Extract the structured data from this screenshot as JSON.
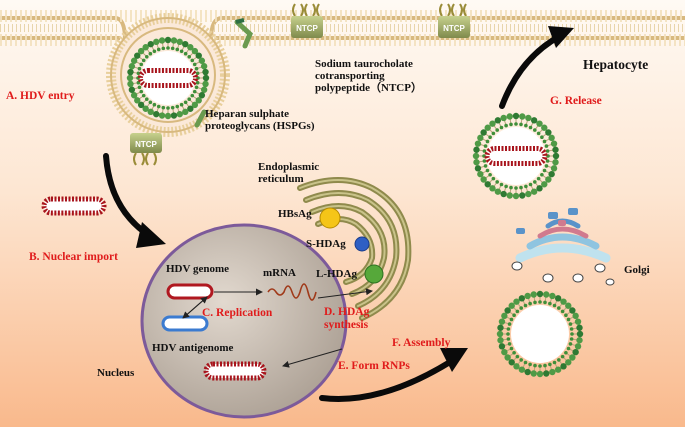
{
  "labels": {
    "step_a": "A. HDV entry",
    "step_b": "B. Nuclear import",
    "step_c": "C. Replication",
    "step_d": "D. HDAg\nsynthesis",
    "step_e": "E. Form RNPs",
    "step_f": "F. Assembly",
    "step_g": "G. Release",
    "ntcp_desc": "Sodium taurocholate\ncotransporting\npolypeptide（NTCP）",
    "hspg_desc": "Heparan sulphate\nproteoglycans (HSPGs)",
    "hepatocyte": "Hepatocyte",
    "er": "Endoplasmic\nreticulum",
    "hbsag": "HBsAg",
    "s_hdag": "S-HDAg",
    "l_hdag": "L-HDAg",
    "golgi": "Golgi",
    "hdv_genome": "HDV genome",
    "mrna": "mRNA",
    "hdv_antigenome": "HDV antigenome",
    "nucleus": "Nucleus",
    "ntcp_tag": "NTCP"
  },
  "colors": {
    "step_label": "#e01b1b",
    "envelope_protein": "#3f8f3a",
    "rnp": "#a8141c",
    "hbsag": "#f5c518",
    "s_hdag": "#2e5fc4",
    "l_hdag": "#56a83a",
    "nucleus": "#c8bcb0",
    "ntcp": "#9aa86a"
  }
}
